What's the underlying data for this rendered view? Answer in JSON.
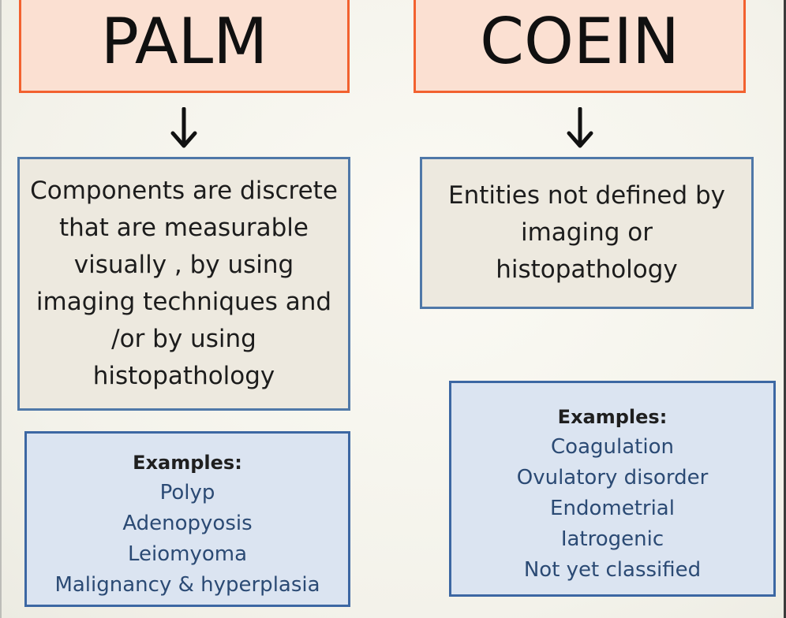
{
  "palm": {
    "title": "PALM",
    "description_lines": [
      "Components are discrete",
      "that are measurable",
      "visually , by using",
      "imaging techniques and",
      "/or by using",
      "histopathology"
    ],
    "examples": {
      "heading": "Examples:",
      "items": [
        "Polyp",
        "Adenopyosis",
        "Leiomyoma",
        "Malignancy & hyperplasia"
      ]
    }
  },
  "coein": {
    "title": "COEIN",
    "description_lines": [
      "Entities not defined by",
      "imaging or",
      "histopathology"
    ],
    "examples": {
      "heading": "Examples:",
      "items": [
        "Coagulation",
        "Ovulatory disorder",
        "Endometrial",
        "Iatrogenic",
        "Not yet classified"
      ]
    }
  },
  "colors": {
    "title_fill": "#fbe0d2",
    "title_border": "#f2612f",
    "desc_fill": "#ede9df",
    "desc_border": "#4f78a8",
    "examples_fill": "#dbe4f1",
    "examples_border": "#3c67a3",
    "examples_text": "#2b4a74"
  }
}
